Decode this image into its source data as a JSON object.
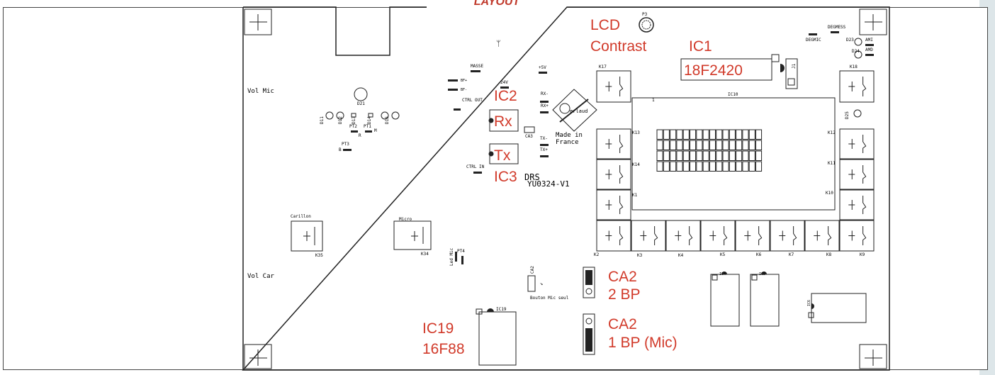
{
  "title": "LAYOUT",
  "labels": {
    "lcd": "LCD",
    "contrast": "Contrast",
    "ic1": "IC1",
    "ic1_part": "18F2420",
    "ic2": "IC2",
    "rx": "Rx",
    "tx": "Tx",
    "ic3": "IC3",
    "ca2_top": "CA2",
    "bp2": "2 BP",
    "ca2_bottom": "CA2",
    "bp1": "1 BP (Mic)",
    "ic19": "IC19",
    "ic19_part": "16F88"
  },
  "silk": {
    "vol_mic": "Vol Mic",
    "vol_car": "Vol Car",
    "d21": "D21",
    "d11": "D11",
    "d12": "D12",
    "d13": "D13",
    "d14": "D14",
    "d15": "D15",
    "pt1": "PT1",
    "pt2": "PT2",
    "pt3": "PT3",
    "pt4": "PT4",
    "masse": "MASSE",
    "v24": "24V",
    "v5": "+5V",
    "bf_plus": "BF+",
    "bf_minus": "BF-",
    "ctrl_out": "CTRL OUT",
    "ctrl_in": "CTRL IN",
    "rx_minus": "RX-",
    "rx_plus": "RX+",
    "tx_minus": "TX-",
    "tx_plus": "TX+",
    "ca3": "CA3",
    "made_in": "Made in",
    "france": "France",
    "drs": "DRS",
    "board_id": "YU0324-V1",
    "p3": "P3",
    "degmic": "DEGMIC",
    "degmess": "DEGMESS",
    "ami": "AMI",
    "amd": "AMD",
    "d23": "D23",
    "d24": "D24",
    "d25": "D25",
    "j1": "J1",
    "ic10": "IC10",
    "ic4": "IC4",
    "ic5": "IC5",
    "ic6": "IC6",
    "ic19_small": "IC19",
    "ca2_small": "CA2",
    "bouton_mic": "Bouton Mic seul",
    "led_mic": "Led Mic",
    "carillon": "Carillon",
    "micro": "Micro",
    "k35": "K35",
    "k34": "K34",
    "k17": "K17",
    "k13": "K13",
    "k14": "K14",
    "k1": "K1",
    "k18": "K18",
    "k12": "K12",
    "k11": "K11",
    "k10": "K10",
    "k2": "K2",
    "k3": "K3",
    "k4": "K4",
    "k5": "K5",
    "k6": "K6",
    "k7": "K7",
    "k8": "K8",
    "k9": "K9",
    "one": "1",
    "r_label": "R",
    "m_label": "M",
    "b_label": "B"
  },
  "colors": {
    "annotation": "#d13a2a",
    "silkscreen": "#222222",
    "background_strip": "#dde6e9"
  }
}
